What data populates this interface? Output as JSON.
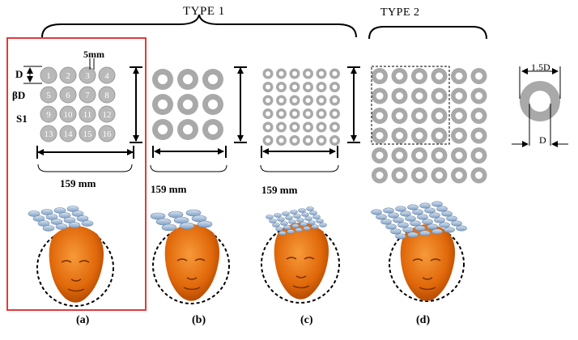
{
  "labels": {
    "type1": "TYPE 1",
    "type2": "TYPE 2",
    "dim_a": "159 mm",
    "dim_b": "159 mm",
    "dim_c": "159 mm",
    "cap_a": "(a)",
    "cap_b": "(b)",
    "cap_c": "(c)",
    "cap_d": "(d)",
    "D": "D",
    "beta_D": "βD",
    "S1": "S1",
    "five_mm": "5mm",
    "one_five_D": "1.5D",
    "D_ring": "D"
  },
  "electrode_numbers": [
    "1",
    "2",
    "3",
    "4",
    "5",
    "6",
    "7",
    "8",
    "9",
    "10",
    "11",
    "12",
    "13",
    "14",
    "15",
    "16"
  ],
  "colors": {
    "highlight_box": "#e23a3a",
    "disk_fill": "#b9b9b9",
    "ring_fill": "#a9a9a9",
    "head": "#e8730f",
    "electrode_blue": "#9fbbd8"
  }
}
